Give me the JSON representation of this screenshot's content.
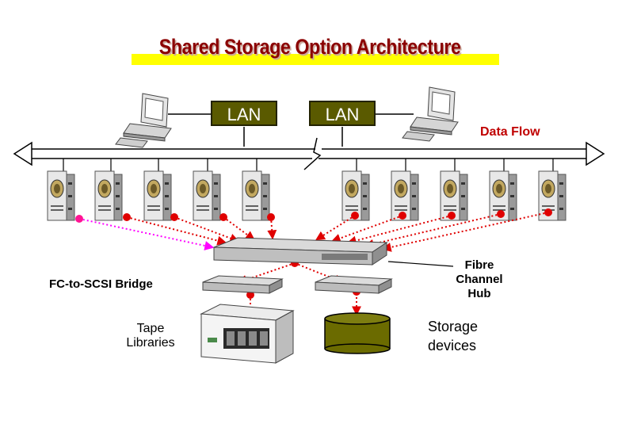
{
  "title": "Shared Storage Option Architecture",
  "lan_left": "LAN",
  "lan_right": "LAN",
  "data_flow": "Data Flow",
  "labels": {
    "bridge": "FC-to-SCSI Bridge",
    "hub_line1": "Fibre",
    "hub_line2": "Channel",
    "hub_line3": "Hub",
    "tape_line1": "Tape",
    "tape_line2": "Libraries",
    "storage_line1": "Storage",
    "storage_line2": "devices"
  },
  "colors": {
    "title": "#8b0000",
    "title_highlight": "#ffff00",
    "lan_box": "#5a5a00",
    "data_flow": "#c00000",
    "arrow": "#e00000",
    "link_dots": "#ff00ff",
    "storage_drum": "#6b6b00"
  },
  "icons": [
    "workstation-icon",
    "server-tower-icon",
    "fibre-channel-hub-icon",
    "fc-scsi-bridge-icon",
    "tape-library-icon",
    "storage-drum-icon"
  ]
}
